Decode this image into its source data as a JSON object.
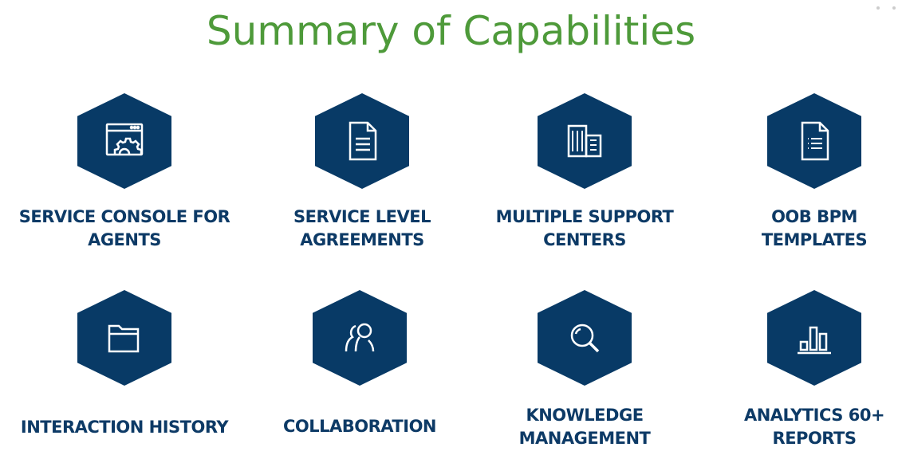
{
  "title": "Summary of Capabilities",
  "colors": {
    "title": "#4e9a3a",
    "hexagon": "#083a66",
    "label": "#0d3a66"
  },
  "capabilities": [
    {
      "icon": "browser-gear-icon",
      "line1": "SERVICE CONSOLE FOR",
      "line2": "AGENTS"
    },
    {
      "icon": "document-icon",
      "line1": "SERVICE LEVEL",
      "line2": "AGREEMENTS"
    },
    {
      "icon": "buildings-icon",
      "line1": "MULTIPLE SUPPORT",
      "line2": "CENTERS"
    },
    {
      "icon": "list-document-icon",
      "line1": "OOB BPM",
      "line2": "TEMPLATES"
    },
    {
      "icon": "folder-icon",
      "line1": "INTERACTION HISTORY",
      "line2": ""
    },
    {
      "icon": "people-icon",
      "line1": "COLLABORATION",
      "line2": ""
    },
    {
      "icon": "magnifier-icon",
      "line1": "KNOWLEDGE",
      "line2": "MANAGEMENT"
    },
    {
      "icon": "bar-chart-icon",
      "line1": "ANALYTICS 60+",
      "line2": "REPORTS"
    }
  ]
}
